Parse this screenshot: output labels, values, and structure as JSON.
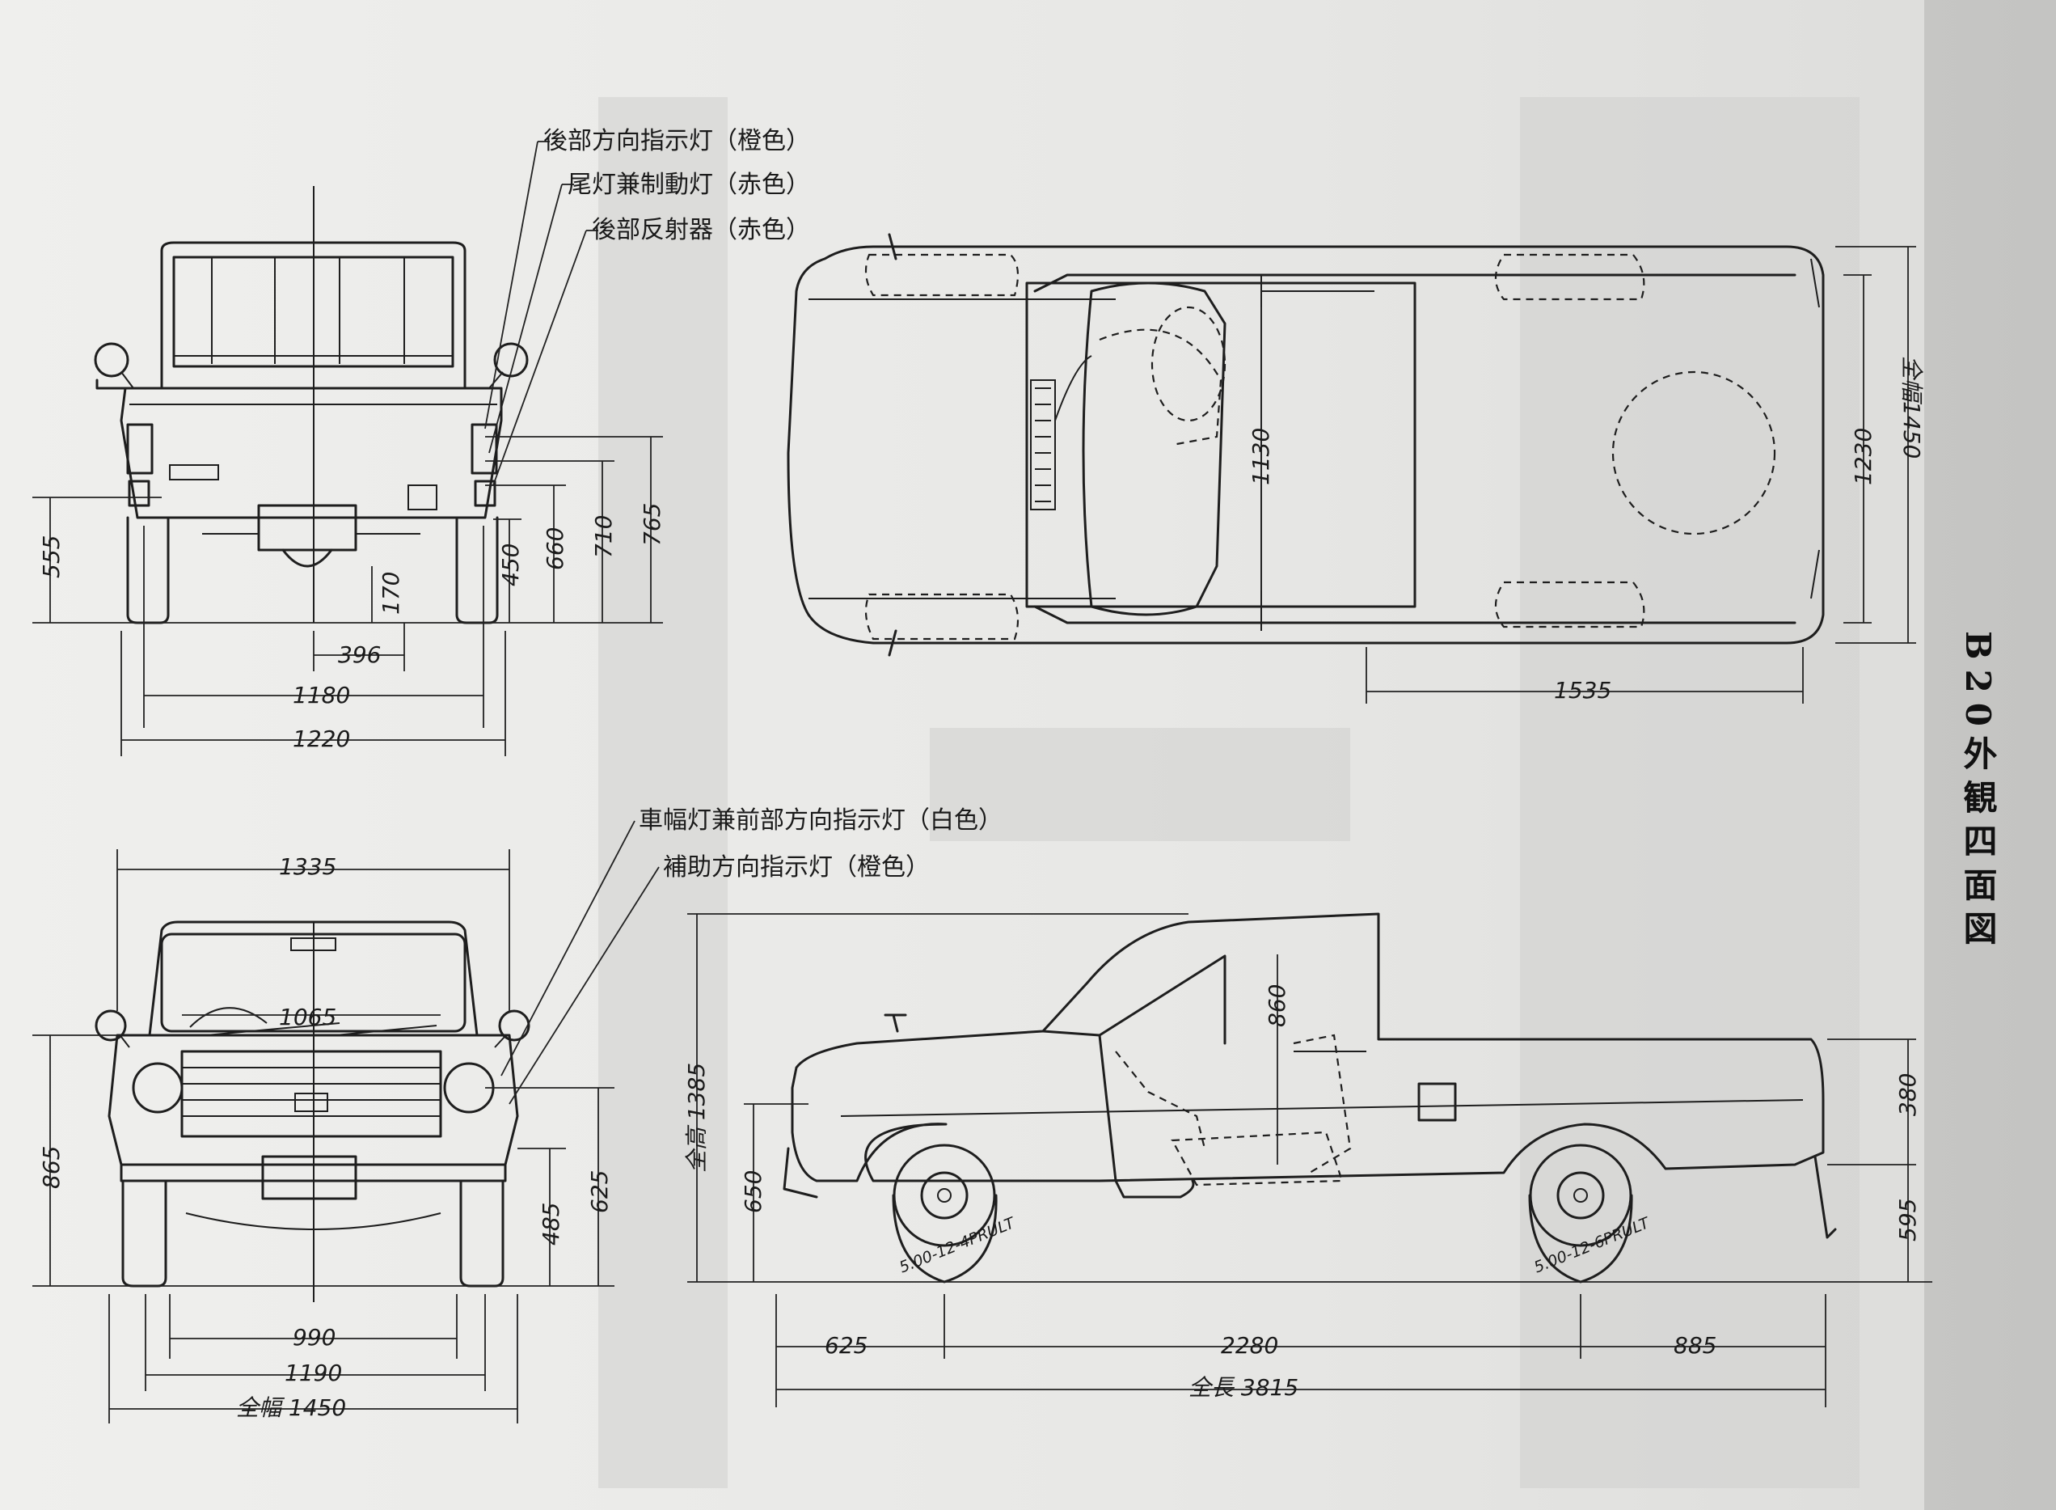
{
  "title": {
    "model": "B20",
    "suffix": "外観四面図"
  },
  "rear_view": {
    "callouts": [
      "後部方向指示灯（橙色）",
      "尾灯兼制動灯（赤色）",
      "後部反射器（赤色）"
    ],
    "dimensions": {
      "d555": "555",
      "d450": "450",
      "d660": "660",
      "d710": "710",
      "d765": "765",
      "d170": "170",
      "d396": "396",
      "d1180": "1180",
      "d1220": "1220"
    }
  },
  "front_view": {
    "callouts": [
      "車幅灯兼前部方向指示灯（白色）",
      "補助方向指示灯（橙色）"
    ],
    "dimensions": {
      "d1335": "1335",
      "d1065": "1065",
      "d865": "865",
      "d485": "485",
      "d625": "625",
      "d990": "990",
      "d1190": "1190",
      "width": "全幅 1450"
    }
  },
  "top_view": {
    "dimensions": {
      "d1130": "1130",
      "d1230": "1230",
      "width": "全幅1450",
      "d1535": "1535"
    }
  },
  "side_view": {
    "dimensions": {
      "height": "全高 1385",
      "d650": "650",
      "d860": "860",
      "d380": "380",
      "d595": "595",
      "d625": "625",
      "d2280": "2280",
      "d885": "885",
      "length": "全長 3815"
    },
    "tires": {
      "front": "5.00-12-4PRULT",
      "rear": "5.00-12-6PRULT"
    }
  }
}
